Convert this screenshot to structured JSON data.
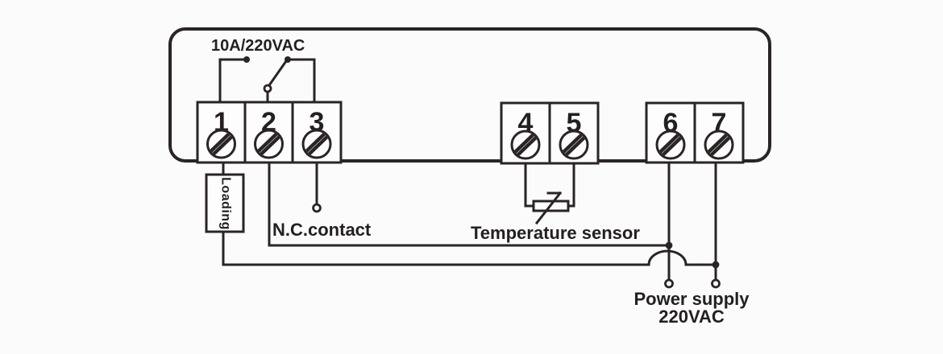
{
  "diagram": {
    "relay_rating_label": "10A/220VAC",
    "terminal_numbers": [
      "1",
      "2",
      "3",
      "4",
      "5",
      "6",
      "7"
    ],
    "loading_label": "Loading",
    "nc_contact_label": "N.C.contact",
    "temperature_sensor_label": "Temperature sensor",
    "power_supply_label_line1": "Power supply",
    "power_supply_label_line2": "220VAC",
    "colors": {
      "line": "#2a2424",
      "text": "#252020",
      "background": "#fbfbfb"
    }
  }
}
